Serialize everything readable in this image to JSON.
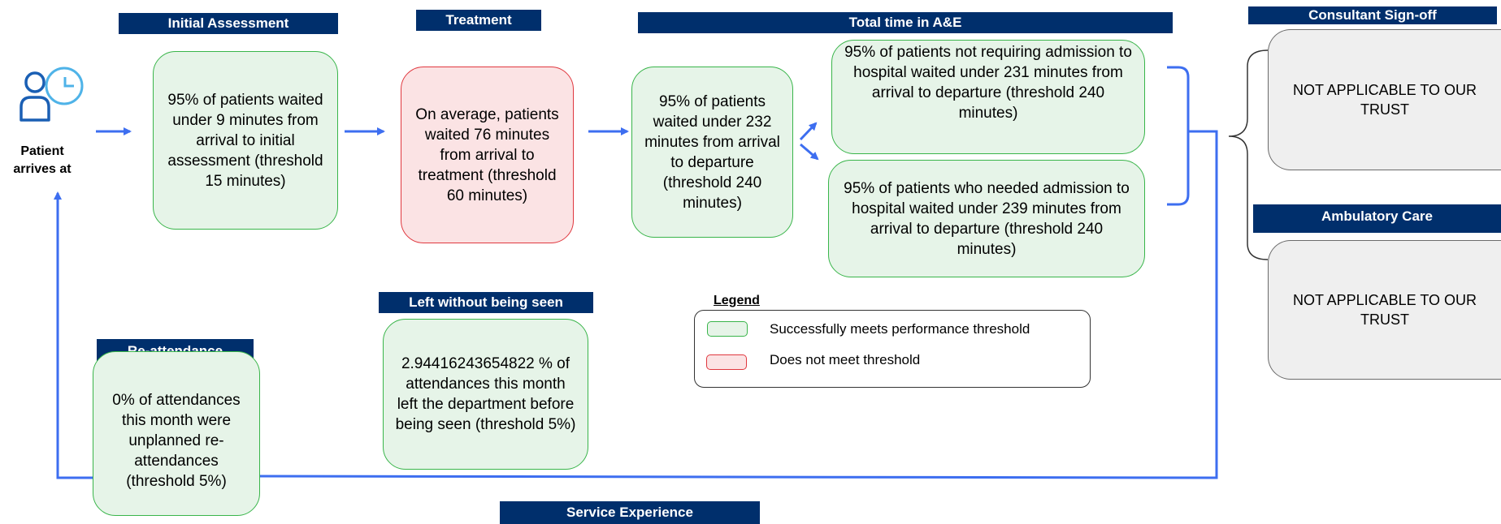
{
  "headers": {
    "initial_assessment": "Initial Assessment",
    "treatment": "Treatment",
    "total_time": "Total time in A&E",
    "consultant_signoff": "Consultant Sign-off",
    "ambulatory_care": "Ambulatory Care",
    "left_without": "Left without being seen",
    "reattendance": "Re-attendance",
    "service_experience": "Service Experience"
  },
  "patient_label": "Patient arrives at",
  "boxes": {
    "initial_assessment": "95% of patients waited under 9 minutes from arrival to initial assessment (threshold 15 minutes)",
    "treatment": "On average, patients waited 76 minutes from arrival to treatment (threshold 60 minutes)",
    "total_time": "95% of patients waited under 232 minutes from arrival to departure (threshold 240 minutes)",
    "not_admitted": "95% of patients not requiring admission to hospital waited under 231 minutes from arrival to departure (threshold 240 minutes)",
    "admitted": "95% of patients who needed admission to hospital waited under 239 minutes from arrival to departure (threshold 240 minutes)",
    "consultant_signoff": "NOT APPLICABLE TO OUR TRUST",
    "ambulatory_care": "NOT APPLICABLE TO OUR TRUST",
    "left_without": "2.94416243654822 % of attendances this month left the department before being seen (threshold 5%)",
    "reattendance": "0% of attendances this month were unplanned re-attendances (threshold 5%)"
  },
  "legend": {
    "title": "Legend",
    "meets": "Successfully meets performance threshold",
    "not_meets": "Does not meet threshold"
  },
  "colors": {
    "header_bg": "#002f6c",
    "meets_fill": "#e6f4e8",
    "meets_border": "#39b54a",
    "not_meets_fill": "#fbe3e4",
    "not_meets_border": "#e0383f",
    "not_applicable_fill": "#efefef",
    "arrow": "#3d6ef0"
  },
  "icons": {
    "patient": "patient-clock-icon"
  }
}
